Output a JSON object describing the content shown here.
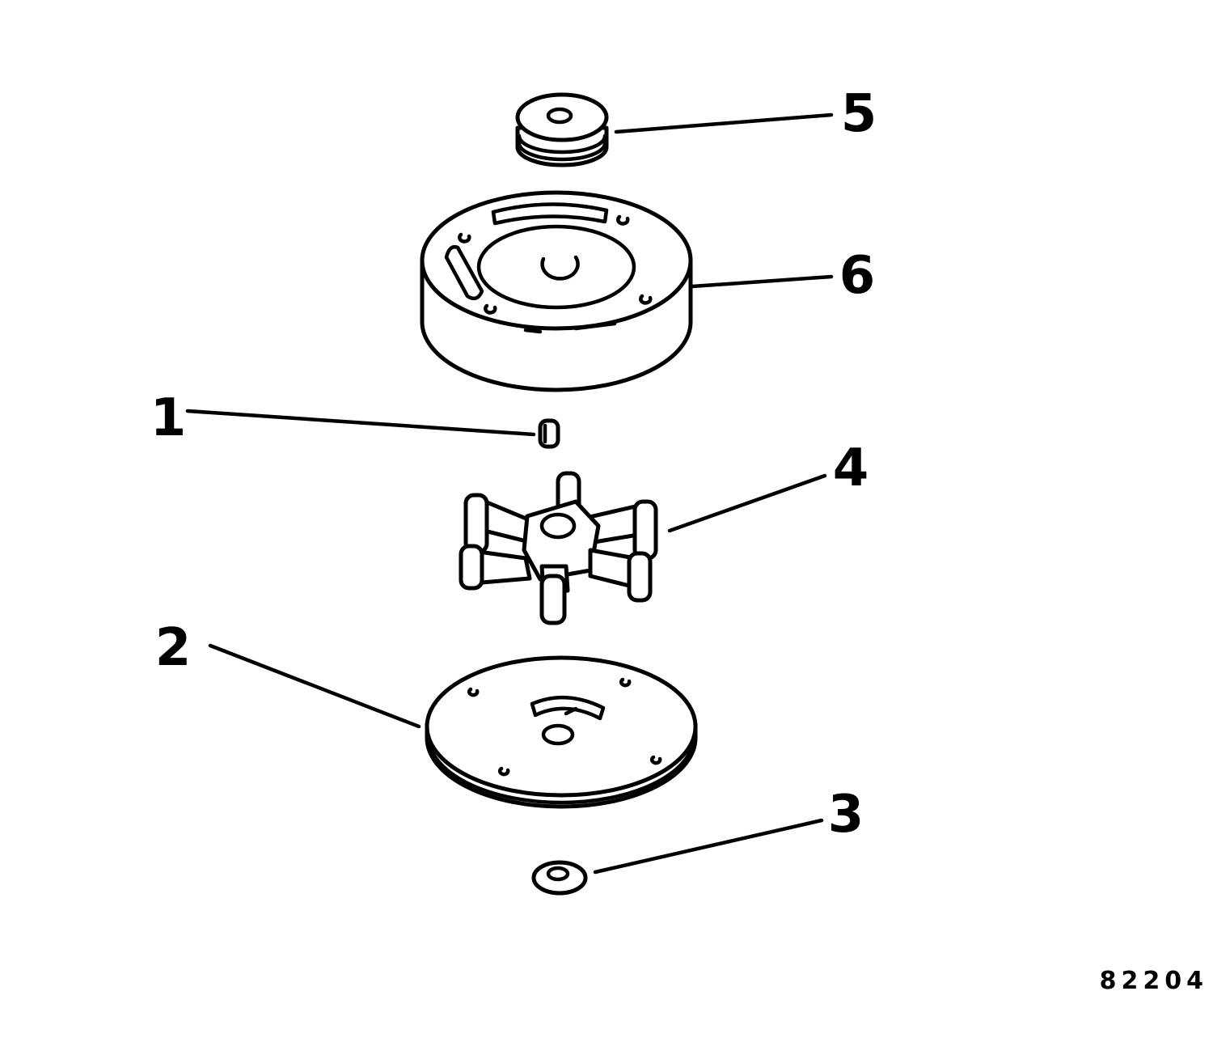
{
  "figure_number": "82204",
  "callouts": {
    "c1": "1",
    "c2": "2",
    "c3": "3",
    "c4": "4",
    "c5": "5",
    "c6": "6"
  },
  "colors": {
    "line": "#000000",
    "background": "#ffffff"
  }
}
